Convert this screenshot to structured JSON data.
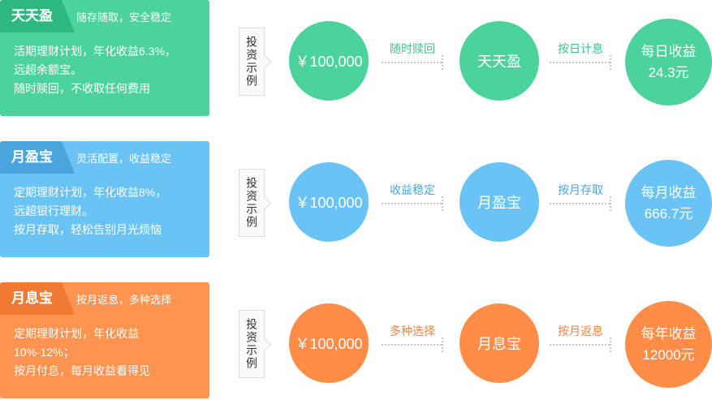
{
  "label": "投资示例",
  "products": [
    {
      "name": "天天盈",
      "slogan": "随存随取，安全稳定",
      "desc": [
        "活期理财计划，年化收益6.3%，",
        "远超余额宝。",
        "随时赎回，不收取任何费用"
      ],
      "amount": "￥100,000",
      "step1": "随时赎回",
      "product_circle": "天天盈",
      "step2": "按日计息",
      "result_label": "每日收益",
      "result_value": "24.3元",
      "color": "#4cd39b"
    },
    {
      "name": "月盈宝",
      "slogan": "灵活配置，收益稳定",
      "desc": [
        "定期理财计划，年化收益8%，",
        "远超银行理财。",
        "按月存取，轻松告别月光烦恼"
      ],
      "amount": "￥100,000",
      "step1": "收益稳定",
      "product_circle": "月盈宝",
      "step2": "按月存取",
      "result_label": "每月收益",
      "result_value": "666.7元",
      "color": "#6ac3f5"
    },
    {
      "name": "月息宝",
      "slogan": "按月返息，多种选择",
      "desc": [
        "定期理财计划，年化收益",
        "10%-12%；",
        "按月付息，每月收益看得见"
      ],
      "amount": "￥100,000",
      "step1": "多种选择",
      "product_circle": "月息宝",
      "step2": "按月返息",
      "result_label": "每年收益",
      "result_value": "12000元",
      "color": "#ff8c47"
    }
  ]
}
